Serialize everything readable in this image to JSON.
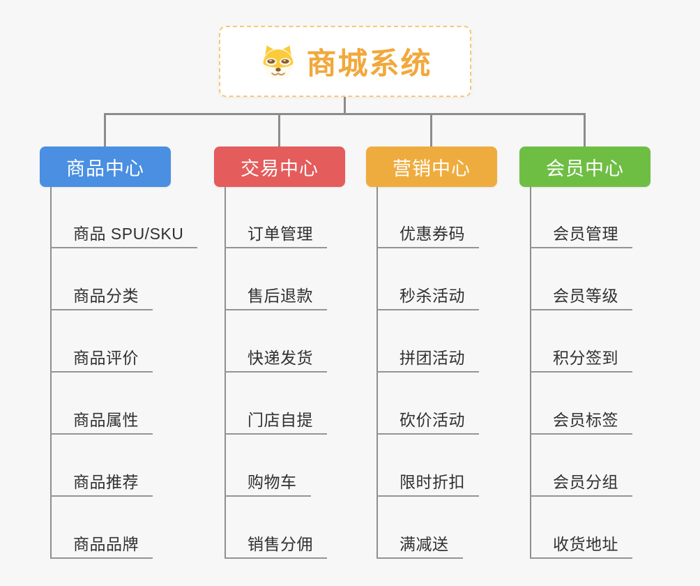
{
  "canvas": {
    "background_color": "#f7f7f7",
    "connector_color": "#8c8c8c",
    "underline_color": "#949494",
    "leaf_text_color": "#303030"
  },
  "root": {
    "title": "商城系统",
    "icon": "shiba-dog-icon",
    "text_color": "#F1A83C",
    "border_color": "#F5C979"
  },
  "branches": [
    {
      "label": "商品中心",
      "color": "#4A8FE2",
      "items": [
        "商品 SPU/SKU",
        "商品分类",
        "商品评价",
        "商品属性",
        "商品推荐",
        "商品品牌"
      ]
    },
    {
      "label": "交易中心",
      "color": "#E45C5C",
      "items": [
        "订单管理",
        "售后退款",
        "快递发货",
        "门店自提",
        "购物车",
        "销售分佣"
      ]
    },
    {
      "label": "营销中心",
      "color": "#EFAC3E",
      "items": [
        "优惠券码",
        "秒杀活动",
        "拼团活动",
        "砍价活动",
        "限时折扣",
        "满减送"
      ]
    },
    {
      "label": "会员中心",
      "color": "#6FBE44",
      "items": [
        "会员管理",
        "会员等级",
        "积分签到",
        "会员标签",
        "会员分组",
        "收货地址"
      ]
    }
  ]
}
